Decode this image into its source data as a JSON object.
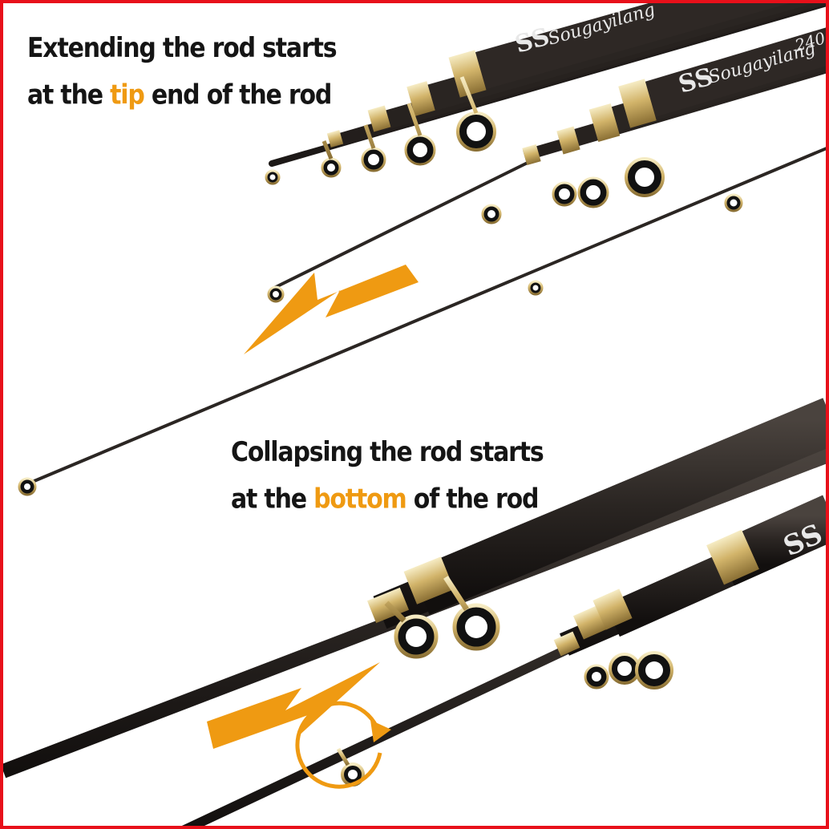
{
  "captions": {
    "extend": {
      "line1": "Extending the rod starts",
      "line2_before": "at the ",
      "line2_highlight": "tip",
      "line2_after": " end of the rod"
    },
    "collapse": {
      "line1": "Collapsing the rod starts",
      "line2_before": "at the ",
      "line2_highlight": "bottom",
      "line2_after": " of the rod"
    }
  },
  "brand": {
    "name": "Sougayilang",
    "model": "240"
  },
  "colors": {
    "border": "#e8101a",
    "highlight": "#ef9a12",
    "arrow": "#ef9a12",
    "rod": "#2b2623",
    "gold": "#d9c07a",
    "text": "#151515"
  },
  "icons": {
    "arrow_extend": "arrow-down-left-icon",
    "arrow_collapse": "arrow-up-right-icon",
    "rotate": "circular-rotate-arrow-icon",
    "logo": "double-s-logo-icon"
  }
}
